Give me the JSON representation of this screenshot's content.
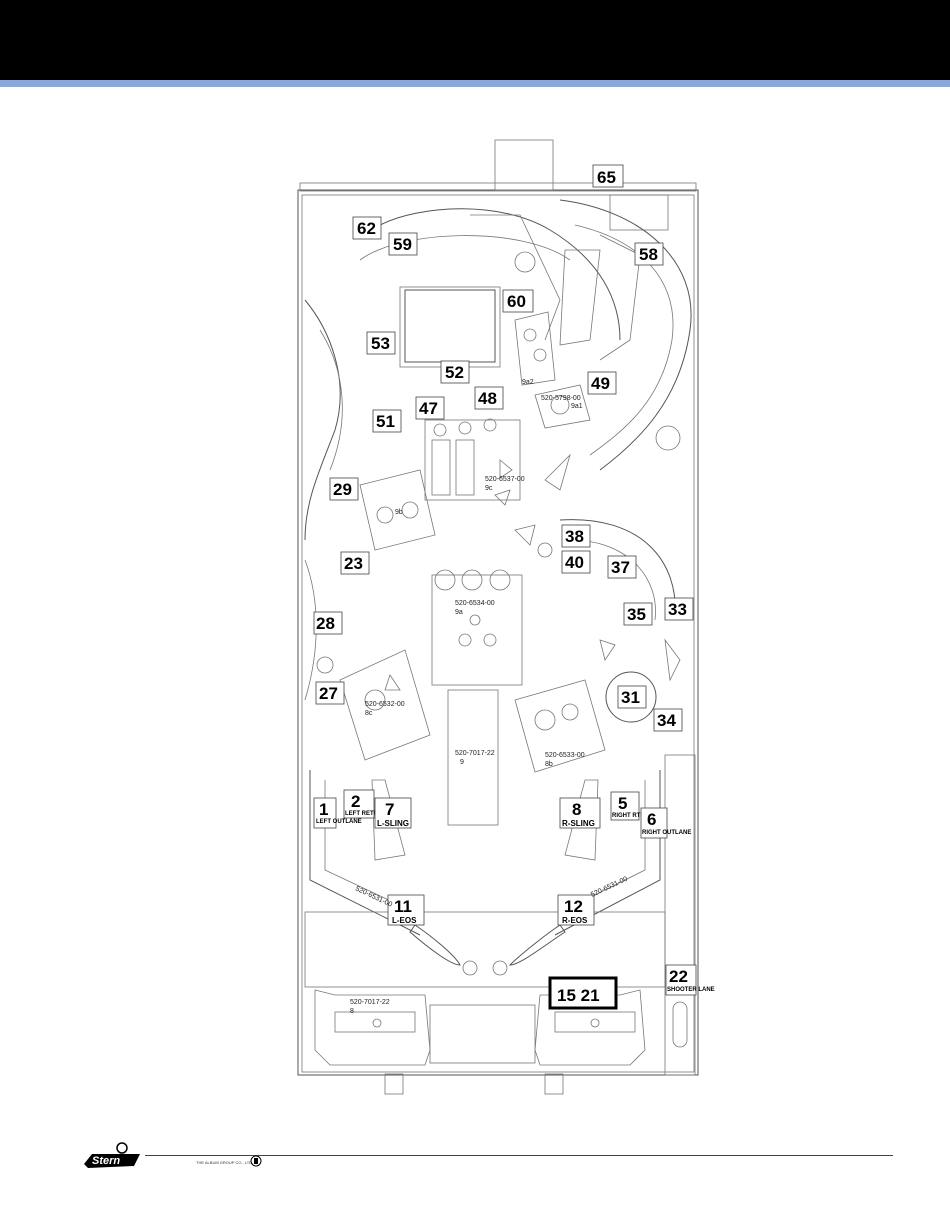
{
  "labels": [
    {
      "id": "65",
      "text": "65"
    },
    {
      "id": "62",
      "text": "62"
    },
    {
      "id": "59",
      "text": "59"
    },
    {
      "id": "58",
      "text": "58"
    },
    {
      "id": "60",
      "text": "60"
    },
    {
      "id": "53",
      "text": "53"
    },
    {
      "id": "52",
      "text": "52"
    },
    {
      "id": "49",
      "text": "49"
    },
    {
      "id": "47",
      "text": "47"
    },
    {
      "id": "48",
      "text": "48"
    },
    {
      "id": "51",
      "text": "51"
    },
    {
      "id": "29",
      "text": "29"
    },
    {
      "id": "38",
      "text": "38"
    },
    {
      "id": "40",
      "text": "40"
    },
    {
      "id": "37",
      "text": "37"
    },
    {
      "id": "23",
      "text": "23"
    },
    {
      "id": "35",
      "text": "35"
    },
    {
      "id": "33",
      "text": "33"
    },
    {
      "id": "28",
      "text": "28"
    },
    {
      "id": "31",
      "text": "31"
    },
    {
      "id": "27",
      "text": "27"
    },
    {
      "id": "34",
      "text": "34"
    },
    {
      "id": "1",
      "text": "1"
    },
    {
      "id": "2",
      "text": "2"
    },
    {
      "id": "7",
      "text": "7"
    },
    {
      "id": "8",
      "text": "8"
    },
    {
      "id": "5",
      "text": "5"
    },
    {
      "id": "6",
      "text": "6"
    },
    {
      "id": "11",
      "text": "11"
    },
    {
      "id": "12",
      "text": "12"
    },
    {
      "id": "22",
      "text": "22"
    },
    {
      "id": "15-21",
      "text": "15 21"
    }
  ],
  "sublabels": {
    "l_sling": "L-SLING",
    "r_sling": "R-SLING",
    "l_eos": "L-EOS",
    "r_eos": "R-EOS",
    "left_outlane": "LEFT OUTLANE",
    "left_return": "LEFT RETURN",
    "right_return": "RIGHT RTN LANE",
    "right_outlane": "RIGHT OUTLANE",
    "shooter_lane": "SHOOTER LANE"
  },
  "part_numbers": {
    "p9a1": "520-5798-00",
    "p9a1_sub": "9a1",
    "p9a2": "9a2",
    "p9c": "520-6537-00",
    "p9c_sub": "9c",
    "p9b": "9b",
    "p9a": "520-6534-00",
    "p9a_sub": "9a",
    "p8c": "520-6532-00",
    "p8c_sub": "8c",
    "p9": "520-7017-22",
    "p9_sub": "9",
    "p8b": "520-6533-00",
    "p8b_sub": "8b",
    "p8": "520-7017-22",
    "p8_sub": "8",
    "pl_flip": "520-6531-00",
    "pr_flip": "520-6531-00"
  },
  "footer": {
    "logo_text": "Stern",
    "company": "THE ALBUM GROUP CO., LTD."
  },
  "colors": {
    "header": "#000000",
    "header_rule": "#8aa8d8"
  }
}
